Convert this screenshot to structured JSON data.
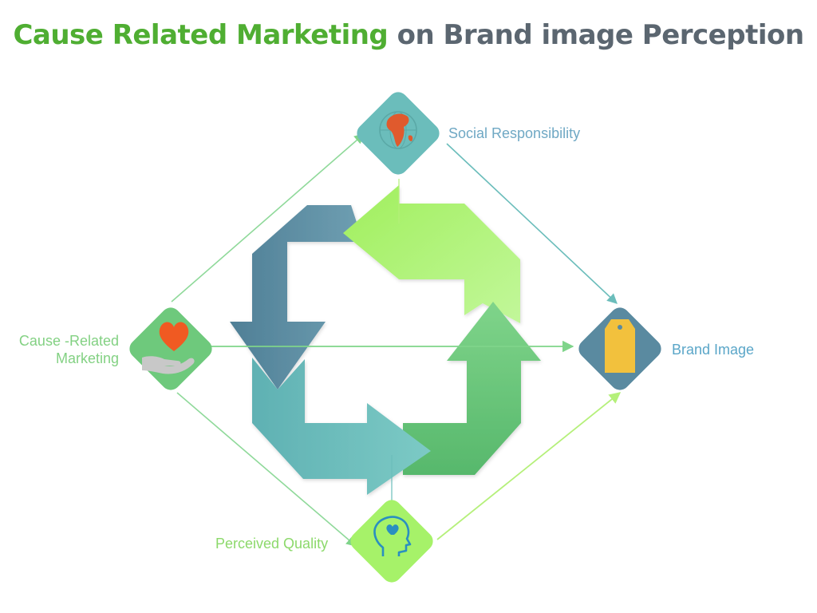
{
  "title": {
    "highlight": "Cause Related Marketing",
    "rest": " on Brand image Perception"
  },
  "nodes": {
    "social": {
      "label": "Social Responsibility",
      "icon": "globe-icon",
      "color": "#6bbdbb"
    },
    "cause": {
      "label_line1": "Cause -Related",
      "label_line2": "Marketing",
      "icon": "heart-in-hand-icon",
      "color": "#6ec97c"
    },
    "brand": {
      "label": "Brand Image",
      "icon": "price-tag-icon",
      "color": "#5a8aa0"
    },
    "quality": {
      "label": "Perceived Quality",
      "icon": "head-with-heart-icon",
      "color": "#a6f269"
    }
  },
  "colors": {
    "title_accent": "#4fae32",
    "title_rest": "#5b6670",
    "social_label": "#6fa8c4",
    "cause_label": "#83d183",
    "brand_label": "#5aa6c8",
    "quality_label": "#8cd96b",
    "arrow_dark": "#5a8aa0",
    "arrow_teal": "#6bbdbb",
    "arrow_lime": "#a6f269",
    "arrow_green": "#6ec97c"
  }
}
